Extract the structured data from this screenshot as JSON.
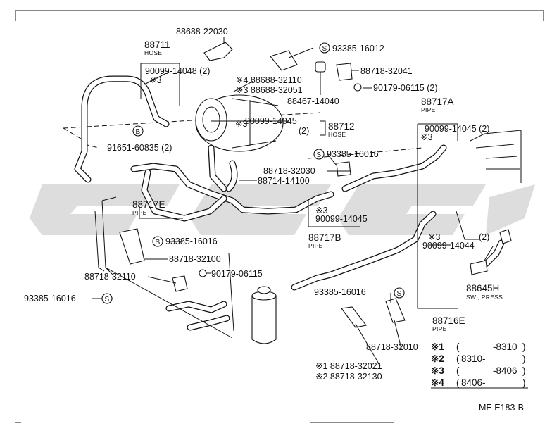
{
  "labels": {
    "hose_88711": {
      "num": "88711",
      "sub": "HOSE"
    },
    "bracket_22030": "88688-22030",
    "clip_16012": "93385-16012",
    "washer_14048": "90099-14048 (2)",
    "mark3_a": "※3",
    "bracket_32110_note": "※4 88688-32110",
    "bracket_32051_note": "※3 88688-32051",
    "clamp_32041": "88718-32041",
    "nut_06115_2": "90179-06115 (2)",
    "part_14040": "88467-14040",
    "washer_14045_top": "90099-14045",
    "mark3_b": "※3",
    "qty_2_a": "(2)",
    "hose_88712": {
      "num": "88712",
      "sub": "HOSE"
    },
    "bolt_60835": "91651-60835 (2)",
    "pipe_88717A": {
      "num": "88717A",
      "sub": "PIPE"
    },
    "washer_14045_right": "90099-14045 (2)",
    "mark3_c": "※3",
    "clip_16016_a": "93385-16016",
    "clamp_32030": "88718-32030",
    "hose_14100": "88714-14100",
    "pipe_88717E": {
      "num": "88717E",
      "sub": "PIPE"
    },
    "mark3_d": "※3",
    "washer_14045_mid": "90099-14045",
    "pipe_88717B": {
      "num": "88717B",
      "sub": "PIPE"
    },
    "clip_16016_b": "93385-16016",
    "clamp_32100": "88718-32100",
    "nut_06115": "90179-06115",
    "clamp_32110": "88718-32110",
    "clip_16016_c": "93385-16016",
    "clip_16016_d": "93385-16016",
    "mark3_e": "※3",
    "qty_2_b": "(2)",
    "washer_14044": "90099-14044",
    "switch_88645H": {
      "num": "88645H",
      "sub": "SW., PRESS."
    },
    "pipe_88716E": {
      "num": "88716E",
      "sub": "PIPE"
    },
    "clamp_32010": "88718-32010",
    "clamp_32021": "※1 88718-32021",
    "clamp_32130": "※2 88718-32130"
  },
  "legend": [
    {
      "mark": "※1",
      "open": "(",
      "range": "-8310",
      "close": ")"
    },
    {
      "mark": "※2",
      "open": "(",
      "range": "8310-",
      "close": ")"
    },
    {
      "mark": "※3",
      "open": "(",
      "range": "-8406",
      "close": ")"
    },
    {
      "mark": "※4",
      "open": "(",
      "range": "8406-",
      "close": ")"
    }
  ],
  "symbols": {
    "s": "S",
    "b": "B"
  },
  "figure_code": "ME E183-B"
}
